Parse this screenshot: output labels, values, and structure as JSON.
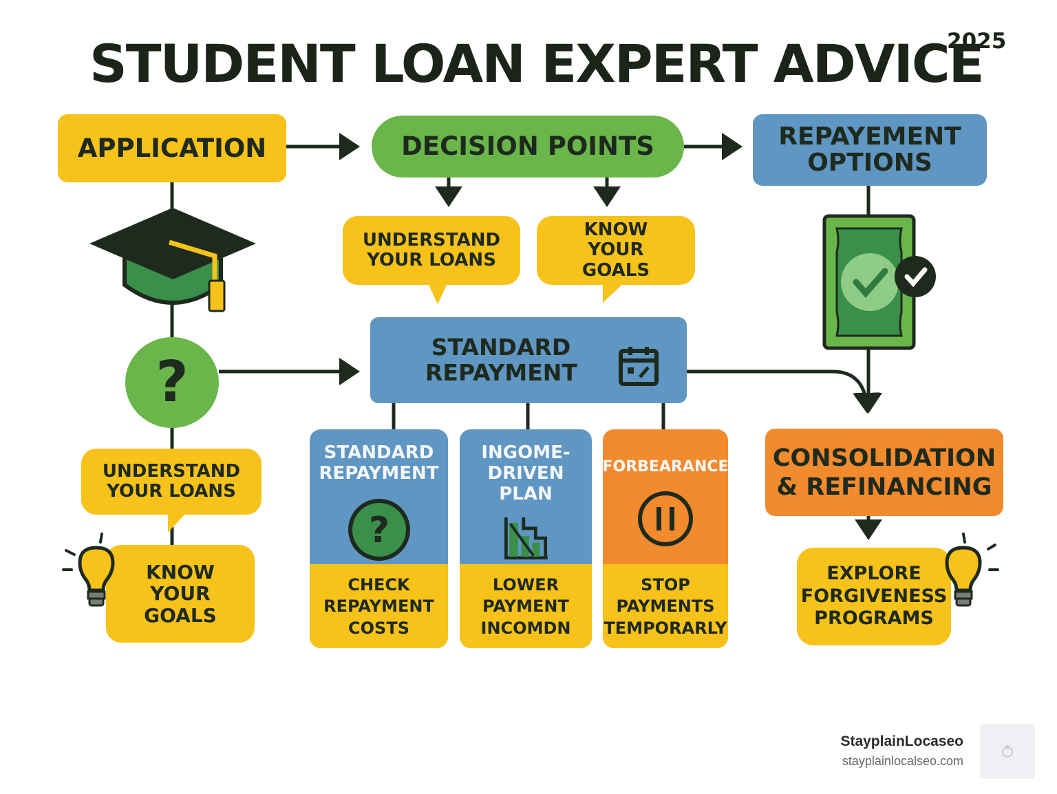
{
  "title": "STUDENT LOAN EXPERT ADVICE",
  "year": "2025",
  "nodes": {
    "application": "APPLICATION",
    "decision_points": "DECISION POINTS",
    "repayment_options": "REPAYEMENT OPTIONS",
    "understand_loans_top": "UNDERSTAND YOUR LOANS",
    "know_goals_top": "KNOW YOUR GOALS",
    "standard_repayment": "STANDARD REPAYMENT",
    "understand_loans_left": "UNDERSTAND YOUR LOANS",
    "know_goals_left": "KNOW YOUR GOALS",
    "consolidation": "CONSOLIDATION & REFINANCING",
    "explore_forgiveness": "EXPLORE FORGIVENESS PROGRAMS"
  },
  "cards": [
    {
      "heading": "STANDARD REPAYMENT",
      "detail": "CHECK REPAYMENT COSTS",
      "icon": "question-circle-icon",
      "color": "#6096c2"
    },
    {
      "heading": "INGOME-DRIVEN PLAN",
      "detail": "LOWER PAYMENT INCOMDN",
      "icon": "declining-chart-icon",
      "color": "#6096c2"
    },
    {
      "heading": "FORBEARANCE",
      "detail": "STOP PAYMENTS TEMPORARLY",
      "icon": "pause-icon",
      "color": "#f28a2e"
    }
  ],
  "colors": {
    "yellow": "#f7c21a",
    "green": "#6bb64a",
    "blue": "#6096c2",
    "orange": "#f28a2e",
    "dark": "#1e2a1e"
  },
  "brand": {
    "name": "StayplainLocaseo",
    "url": "stayplainlocalseo.com"
  }
}
